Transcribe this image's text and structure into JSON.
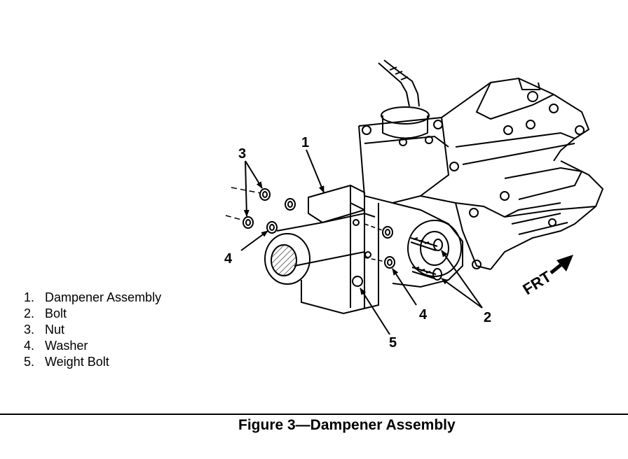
{
  "callouts": {
    "c1": "1",
    "c2": "2",
    "c3": "3",
    "c4_left": "4",
    "c4_right": "4",
    "c5": "5"
  },
  "frt_label": "FRT",
  "legend": [
    {
      "num": "1.",
      "label": "Dampener Assembly"
    },
    {
      "num": "2.",
      "label": "Bolt"
    },
    {
      "num": "3.",
      "label": "Nut"
    },
    {
      "num": "4.",
      "label": "Washer"
    },
    {
      "num": "5.",
      "label": "Weight Bolt"
    }
  ],
  "caption": "Figure 3—Dampener Assembly"
}
